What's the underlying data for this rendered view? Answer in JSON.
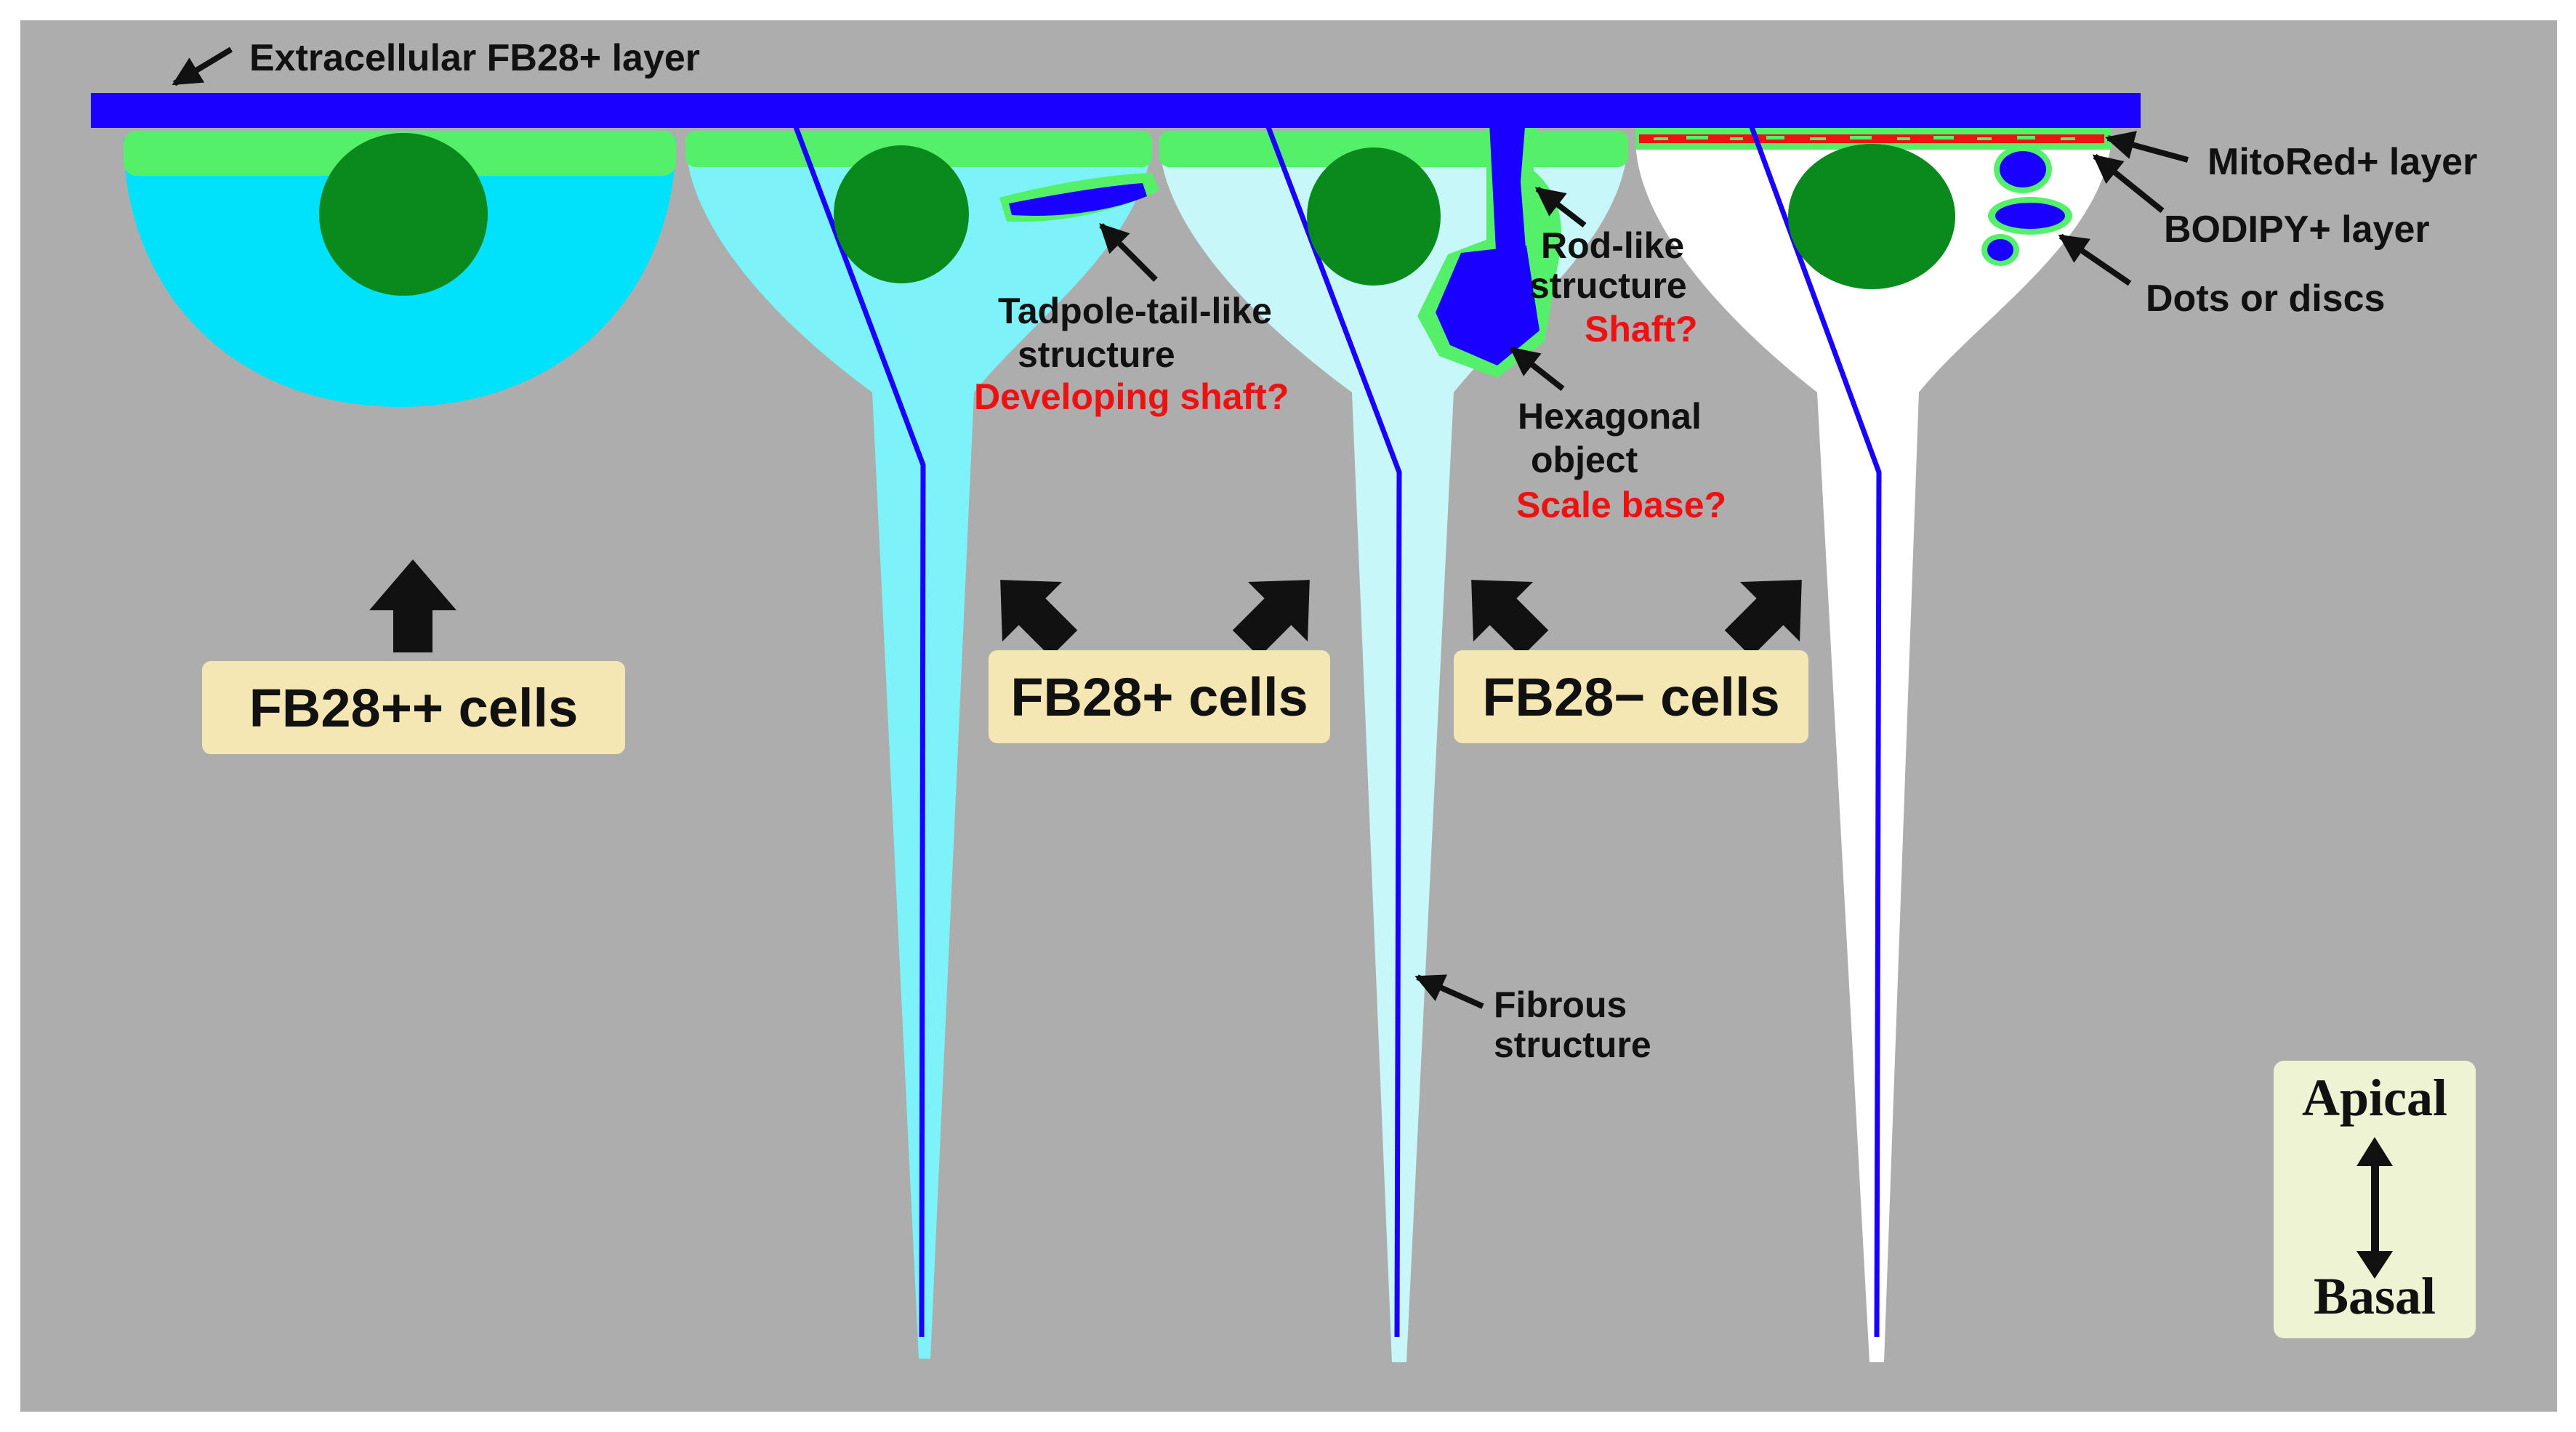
{
  "colors": {
    "background": "#adadad",
    "fb28_layer": "#1a00ff",
    "bodipy_layer": "#55f06a",
    "nucleus": "#0a8a1c",
    "fb28pp_cell": "#00e1fb",
    "fb28p_cell": "#7df2f8",
    "fb28m_cell": "#c8f7fa",
    "unlabeled_cell": "#ffffff",
    "mitored": "#ee1111",
    "label_box": "#f5e7b4",
    "axis_box": "#eef3d3",
    "text": "#111111",
    "hypothesis_text": "#ee1111"
  },
  "labels": {
    "extracellular_layer": "Extracellular FB28+ layer",
    "mitored_layer": "MitoRed+ layer",
    "bodipy_layer": "BODIPY+ layer",
    "dots_discs": "Dots or discs",
    "rod_line1": "Rod-like",
    "rod_line2": "structure",
    "rod_hypothesis": "Shaft?",
    "tadpole_line1": "Tadpole-tail-like",
    "tadpole_line2": "structure",
    "tadpole_hypothesis": "Developing shaft?",
    "hex_line1": "Hexagonal",
    "hex_line2": "object",
    "hex_hypothesis": "Scale base?",
    "fibrous_line1": "Fibrous",
    "fibrous_line2": "structure"
  },
  "cell_groups": {
    "fb28pp": "FB28++ cells",
    "fb28p": "FB28+ cells",
    "fb28m": "FB28− cells"
  },
  "axis": {
    "top": "Apical",
    "bottom": "Basal"
  }
}
